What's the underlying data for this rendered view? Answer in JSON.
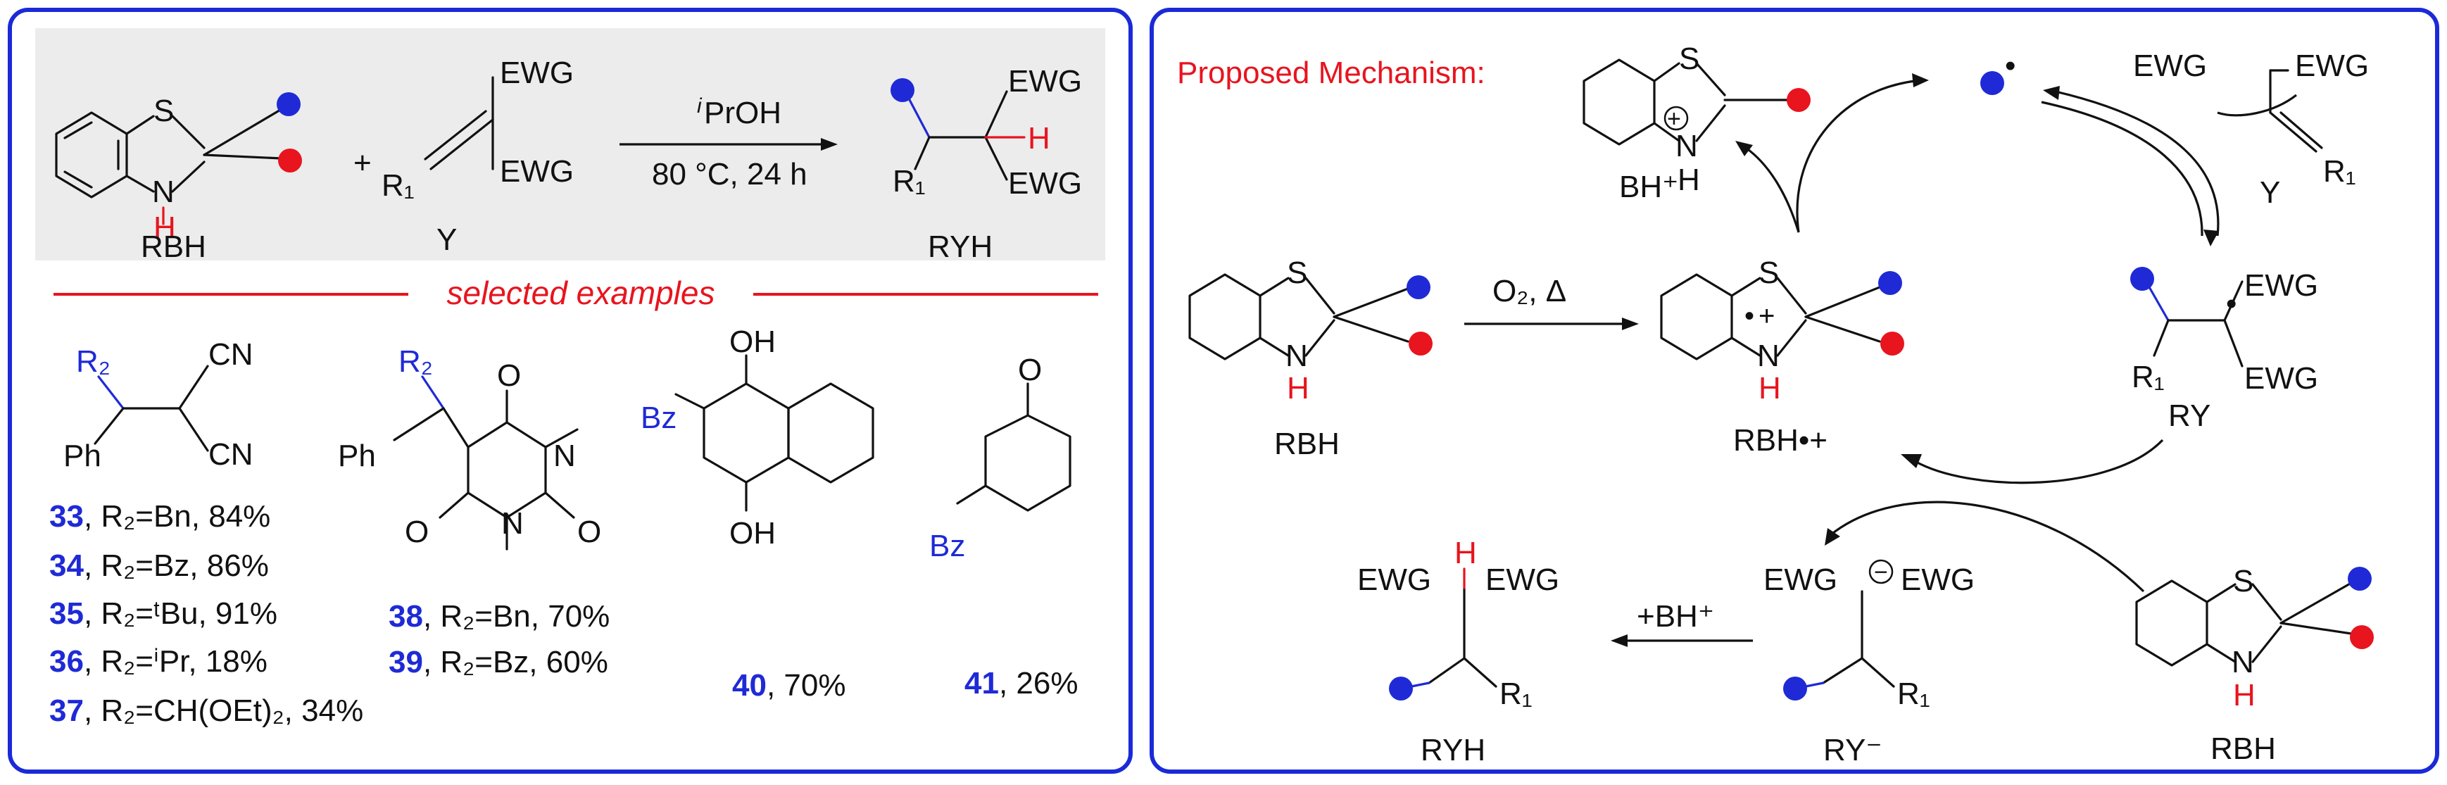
{
  "colors": {
    "frame": "#1a2ad8",
    "red_ball": "#e8141e",
    "blue_ball": "#1f2ad6",
    "panel_gray": "#ececec"
  },
  "left_panel": {
    "scheme": {
      "reactant1": "RBH",
      "reactant2": "Y",
      "product": "RYH",
      "plus": "+",
      "conditions_solvent_prefix": "i",
      "conditions_solvent": "PrOH",
      "conditions_temp_time": "80 °C, 24 h",
      "atom_S": "S",
      "atom_N": "N",
      "atom_H": "H",
      "ewg": "EWG",
      "r1": "R₁",
      "h_red": "H"
    },
    "selected_examples_label": "selected examples",
    "examples": [
      {
        "num": "33",
        "text": ", R₂=Bn, 84%"
      },
      {
        "num": "34",
        "text": ", R₂=Bz, 86%"
      },
      {
        "num": "35",
        "text": ", R₂=ᵗBu, 91%"
      },
      {
        "num": "36",
        "text": ", R₂=ⁱPr, 18%"
      },
      {
        "num": "37",
        "text": ", R₂=CH(OEt)₂, 34%"
      },
      {
        "num": "38",
        "text": ", R₂=Bn, 70%"
      },
      {
        "num": "39",
        "text": ", R₂=Bz, 60%"
      },
      {
        "num": "40",
        "text": ", 70%"
      },
      {
        "num": "41",
        "text": ", 26%"
      }
    ],
    "structure_labels": {
      "r2": "R₂",
      "cn": "CN",
      "ph": "Ph",
      "o": "O",
      "n": "N",
      "oh": "OH",
      "bz": "Bz"
    }
  },
  "right_panel": {
    "title": "Proposed Mechanism:",
    "bh_label": "BH⁺",
    "rbh_label": "RBH",
    "rbh_radical_cation_label": "RBH•+",
    "ry_label": "RY",
    "ry_anion_label": "RY⁻",
    "ryh_label": "RYH",
    "y_label": "Y",
    "o2_conditions": "O₂, Δ",
    "plus_bh": "+BH⁺",
    "ewg": "EWG",
    "r1": "R₁",
    "atom_S": "S",
    "atom_N": "N",
    "atom_H": "H",
    "charge_plus": "+",
    "charge_minus": "−",
    "radical_dot": "•"
  }
}
